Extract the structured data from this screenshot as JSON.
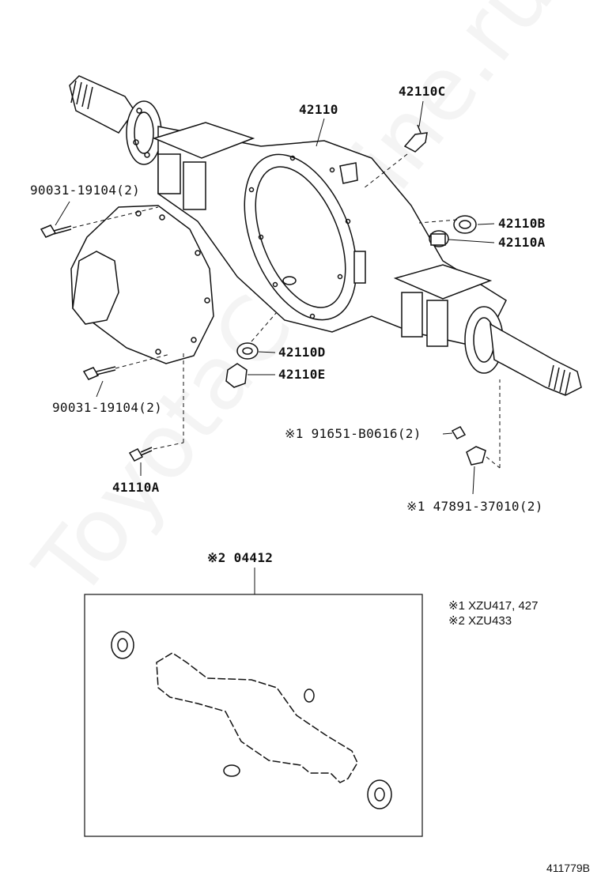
{
  "watermark": "ToyotaCarMine.ru",
  "figure_number": "411779B",
  "labels": {
    "p42110": "42110",
    "p42110C": "42110C",
    "p42110B": "42110B",
    "p42110A": "42110A",
    "p42110D": "42110D",
    "p42110E": "42110E",
    "bolt_top": "90031-19104(2)",
    "bolt_bottom": "90031-19104(2)",
    "p41110A": "41110A",
    "p191651": "※1 91651-B0616(2)",
    "p147891": "※1 47891-37010(2)",
    "kit": "※2 04412"
  },
  "notes": {
    "n1": "※1  XZU417, 427",
    "n2": "※2  XZU433"
  }
}
